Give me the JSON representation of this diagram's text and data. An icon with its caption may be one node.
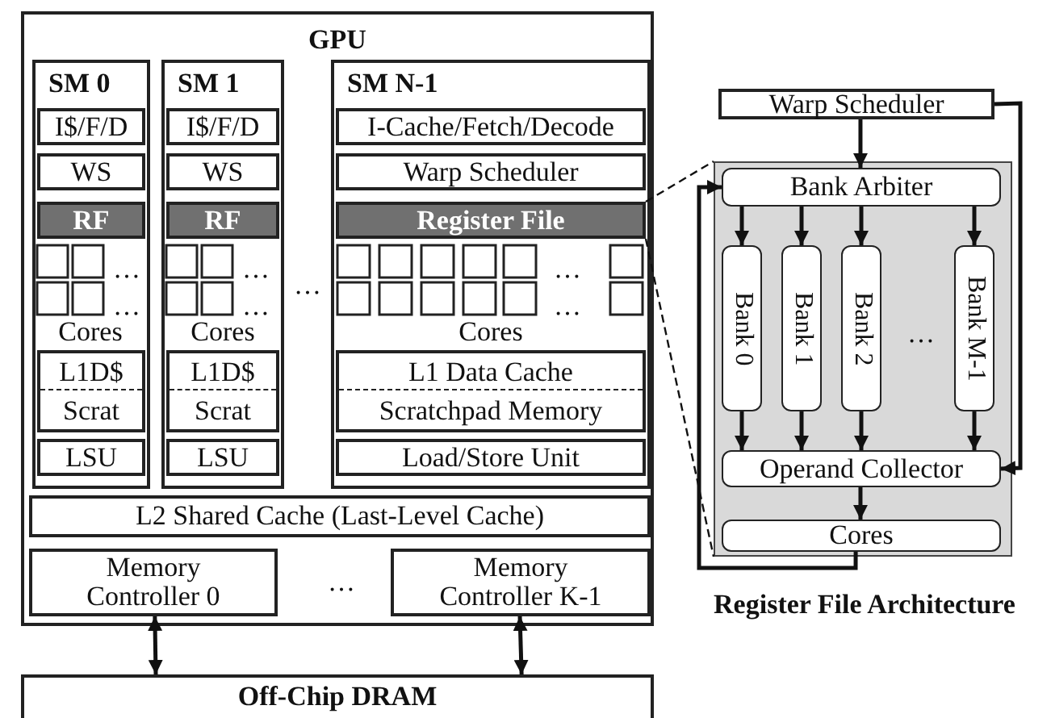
{
  "diagram": {
    "nodes": [
      {
        "text": [
          "GPU"
        ]
      },
      {
        "text": [
          "SM 0"
        ],
        "in": 0
      },
      {
        "text": [
          "I$/F/D"
        ],
        "in": 1
      },
      {
        "text": [
          "WS"
        ],
        "in": 1
      },
      {
        "text": [
          "RF"
        ],
        "in": 1
      },
      {
        "text": [
          "L1D$",
          "Scrat"
        ],
        "in": 1
      },
      {
        "text": [
          "LSU"
        ],
        "in": 1
      },
      {
        "text": [
          "SM 1"
        ],
        "in": 0
      },
      {
        "text": [
          "I$/F/D"
        ],
        "in": 7
      },
      {
        "text": [
          "WS"
        ],
        "in": 7
      },
      {
        "text": [
          "RF"
        ],
        "in": 7
      },
      {
        "text": [
          "L1D$",
          "Scrat"
        ],
        "in": 7
      },
      {
        "text": [
          "LSU"
        ],
        "in": 7
      },
      {
        "text": [
          "SM N-1"
        ],
        "in": 0
      },
      {
        "text": [
          "I-Cache/Fetch/Decode"
        ],
        "in": 13
      },
      {
        "text": [
          "Warp Scheduler"
        ],
        "in": 13
      },
      {
        "text": [
          "Register File"
        ],
        "in": 13
      },
      {
        "text": [
          "L1 Data Cache",
          "Scratchpad Memory"
        ],
        "in": 13
      },
      {
        "text": [
          "Load/Store Unit"
        ],
        "in": 13
      },
      {
        "text": [
          "L2 Shared Cache (Last-Level Cache)"
        ],
        "in": 0
      },
      {
        "text": [
          "Memory Controller 0"
        ],
        "in": 0
      },
      {
        "text": [
          "Memory Controller K-1"
        ],
        "in": 0
      },
      {
        "text": [
          "Off-Chip DRAM"
        ]
      },
      {
        "text": [
          "Warp Scheduler"
        ]
      },
      {
        "text": [
          "Register File Architecture"
        ]
      },
      {
        "text": [
          "Bank Arbiter"
        ],
        "in": 24
      },
      {
        "text": [
          "Bank 0"
        ],
        "in": 24
      },
      {
        "text": [
          "Bank 1"
        ],
        "in": 24
      },
      {
        "text": [
          "Bank 2"
        ],
        "in": 24
      },
      {
        "text": [
          "Bank M-1"
        ],
        "in": 24
      },
      {
        "text": [
          "Operand Collector"
        ],
        "in": 24
      },
      {
        "text": [
          "Cores"
        ],
        "in": 24
      }
    ],
    "edges": [
      {
        "from": 20,
        "to": 22,
        "arrow": "both"
      },
      {
        "from": 21,
        "to": 22,
        "arrow": "both"
      },
      {
        "from": 16,
        "to": 24,
        "arrow": "none",
        "style": "dashed"
      },
      {
        "from": 16,
        "to": 24,
        "arrow": "none",
        "style": "dashed"
      },
      {
        "from": 23,
        "to": 25,
        "arrow": "to"
      },
      {
        "from": 25,
        "to": 26,
        "arrow": "to"
      },
      {
        "from": 25,
        "to": 27,
        "arrow": "to"
      },
      {
        "from": 25,
        "to": 28,
        "arrow": "to"
      },
      {
        "from": 25,
        "to": 29,
        "arrow": "to"
      },
      {
        "from": 26,
        "to": 30,
        "arrow": "to"
      },
      {
        "from": 27,
        "to": 30,
        "arrow": "to"
      },
      {
        "from": 28,
        "to": 30,
        "arrow": "to"
      },
      {
        "from": 29,
        "to": 30,
        "arrow": "to"
      },
      {
        "from": 23,
        "to": 30,
        "arrow": "to"
      },
      {
        "from": 30,
        "to": 31,
        "arrow": "to"
      },
      {
        "from": 31,
        "to": 25,
        "arrow": "to"
      }
    ],
    "labels": [
      "…",
      "…",
      "…",
      "…",
      "…",
      "…",
      "…",
      "Cores",
      "Cores",
      "Cores",
      "…",
      "…"
    ]
  }
}
